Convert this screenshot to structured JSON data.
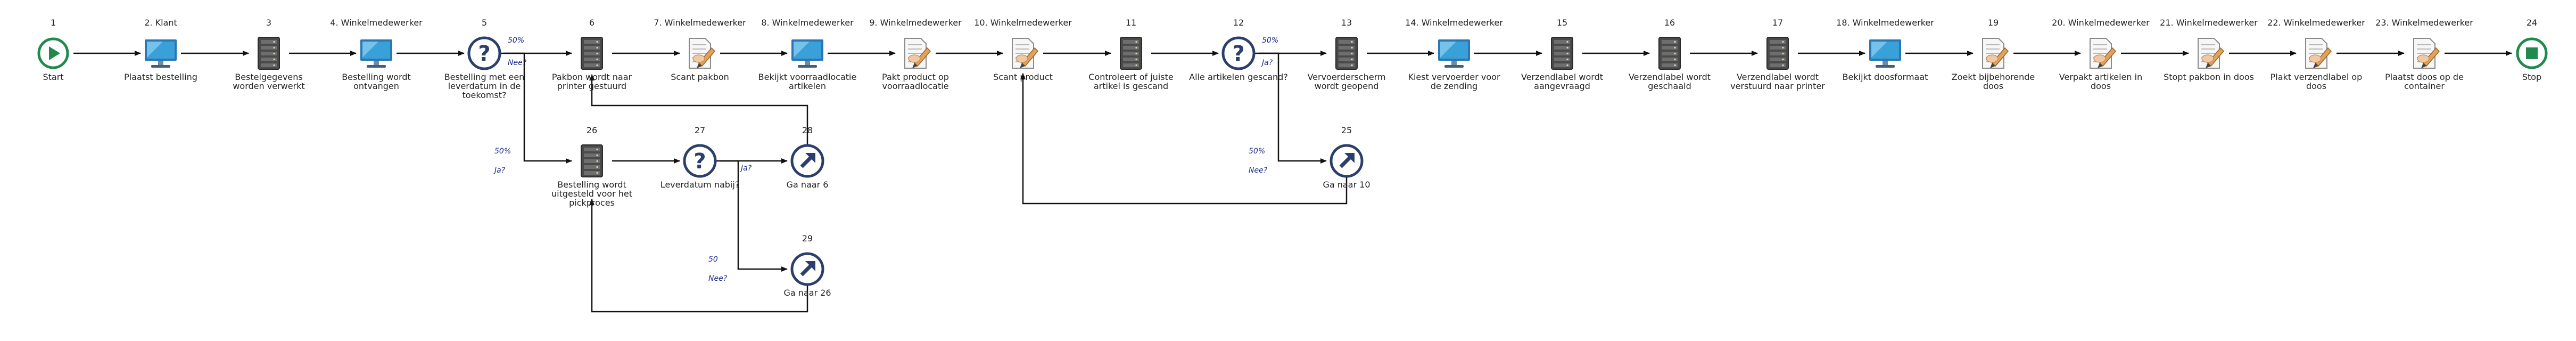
{
  "nodes": [
    {
      "id": "n1",
      "num": "1",
      "role": "",
      "label": [
        "Start"
      ],
      "type": "start"
    },
    {
      "id": "n2",
      "num": "2.",
      "role": "Klant",
      "label": [
        "Plaatst bestelling"
      ],
      "type": "monitor"
    },
    {
      "id": "n3",
      "num": "3",
      "role": "",
      "label": [
        "Bestelgegevens",
        "worden verwerkt"
      ],
      "type": "server"
    },
    {
      "id": "n4",
      "num": "4.",
      "role": "Winkelmedewerker",
      "label": [
        "Bestelling wordt",
        "ontvangen"
      ],
      "type": "monitor"
    },
    {
      "id": "n5",
      "num": "5",
      "role": "",
      "label": [
        "Bestelling met een",
        "leverdatum in de",
        "toekomst?"
      ],
      "type": "question"
    },
    {
      "id": "n6",
      "num": "6",
      "role": "",
      "label": [
        "Pakbon wordt naar",
        "printer gestuurd"
      ],
      "type": "server"
    },
    {
      "id": "n7",
      "num": "7.",
      "role": "Winkelmedewerker",
      "label": [
        "Scant pakbon"
      ],
      "type": "task"
    },
    {
      "id": "n8",
      "num": "8.",
      "role": "Winkelmedewerker",
      "label": [
        "Bekijkt voorraadlocatie",
        "artikelen"
      ],
      "type": "monitor"
    },
    {
      "id": "n9",
      "num": "9.",
      "role": "Winkelmedewerker",
      "label": [
        "Pakt product op",
        "voorraadlocatie"
      ],
      "type": "task"
    },
    {
      "id": "n10",
      "num": "10.",
      "role": "Winkelmedewerker",
      "label": [
        "Scant product"
      ],
      "type": "task"
    },
    {
      "id": "n11",
      "num": "11",
      "role": "",
      "label": [
        "Controleert of juiste",
        "artikel is gescand"
      ],
      "type": "server"
    },
    {
      "id": "n12",
      "num": "12",
      "role": "",
      "label": [
        "Alle artikelen gescand?"
      ],
      "type": "question"
    },
    {
      "id": "n13",
      "num": "13",
      "role": "",
      "label": [
        "Vervoerderscherm",
        "wordt geopend"
      ],
      "type": "server"
    },
    {
      "id": "n14",
      "num": "14.",
      "role": "Winkelmedewerker",
      "label": [
        "Kiest vervoerder voor",
        "de zending"
      ],
      "type": "monitor"
    },
    {
      "id": "n15",
      "num": "15",
      "role": "",
      "label": [
        "Verzendlabel wordt",
        "aangevraagd"
      ],
      "type": "server"
    },
    {
      "id": "n16",
      "num": "16",
      "role": "",
      "label": [
        "Verzendlabel wordt",
        "geschaald"
      ],
      "type": "server"
    },
    {
      "id": "n17",
      "num": "17",
      "role": "",
      "label": [
        "Verzendlabel wordt",
        "verstuurd naar printer"
      ],
      "type": "server"
    },
    {
      "id": "n18",
      "num": "18.",
      "role": "Winkelmedewerker",
      "label": [
        "Bekijkt doosformaat"
      ],
      "type": "monitor"
    },
    {
      "id": "n19",
      "num": "19",
      "role": "",
      "label": [
        "Zoekt bijbehorende",
        "doos"
      ],
      "type": "task"
    },
    {
      "id": "n20",
      "num": "20.",
      "role": "Winkelmedewerker",
      "label": [
        "Verpakt artikelen in",
        "doos"
      ],
      "type": "task"
    },
    {
      "id": "n21",
      "num": "21.",
      "role": "Winkelmedewerker",
      "label": [
        "Stopt pakbon in doos"
      ],
      "type": "task"
    },
    {
      "id": "n22",
      "num": "22.",
      "role": "Winkelmedewerker",
      "label": [
        "Plakt verzendlabel op",
        "doos"
      ],
      "type": "task"
    },
    {
      "id": "n23",
      "num": "23.",
      "role": "Winkelmedewerker",
      "label": [
        "Plaatst doos op de",
        "container"
      ],
      "type": "task"
    },
    {
      "id": "n24",
      "num": "24",
      "role": "",
      "label": [
        "Stop"
      ],
      "type": "stop"
    },
    {
      "id": "n25",
      "num": "25",
      "role": "",
      "label": [
        "Ga naar 10"
      ],
      "type": "goto"
    },
    {
      "id": "n26",
      "num": "26",
      "role": "",
      "label": [
        "Bestelling wordt",
        "uitgesteld voor het",
        "pickproces"
      ],
      "type": "server"
    },
    {
      "id": "n27",
      "num": "27",
      "role": "",
      "label": [
        "Leverdatum nabij?"
      ],
      "type": "question"
    },
    {
      "id": "n28",
      "num": "28",
      "role": "",
      "label": [
        "Ga naar 6"
      ],
      "type": "goto"
    },
    {
      "id": "n29",
      "num": "29",
      "role": "",
      "label": [
        "Ga naar 26"
      ],
      "type": "goto"
    }
  ],
  "edges": [
    {
      "from": "n1",
      "to": "n2"
    },
    {
      "from": "n2",
      "to": "n3"
    },
    {
      "from": "n3",
      "to": "n4"
    },
    {
      "from": "n4",
      "to": "n5"
    },
    {
      "from": "n5",
      "to": "n6",
      "pct": "50%",
      "ans": "Nee?"
    },
    {
      "from": "n5",
      "to": "n26",
      "pct": "50%",
      "ans": "Ja?"
    },
    {
      "from": "n6",
      "to": "n7"
    },
    {
      "from": "n7",
      "to": "n8"
    },
    {
      "from": "n8",
      "to": "n9"
    },
    {
      "from": "n9",
      "to": "n10"
    },
    {
      "from": "n10",
      "to": "n11"
    },
    {
      "from": "n11",
      "to": "n12"
    },
    {
      "from": "n12",
      "to": "n13",
      "pct": "50%",
      "ans": "Ja?"
    },
    {
      "from": "n12",
      "to": "n25",
      "pct": "50%",
      "ans": "Nee?"
    },
    {
      "from": "n13",
      "to": "n14"
    },
    {
      "from": "n14",
      "to": "n15"
    },
    {
      "from": "n15",
      "to": "n16"
    },
    {
      "from": "n16",
      "to": "n17"
    },
    {
      "from": "n17",
      "to": "n18"
    },
    {
      "from": "n18",
      "to": "n19"
    },
    {
      "from": "n19",
      "to": "n20"
    },
    {
      "from": "n20",
      "to": "n21"
    },
    {
      "from": "n21",
      "to": "n22"
    },
    {
      "from": "n22",
      "to": "n23"
    },
    {
      "from": "n23",
      "to": "n24"
    },
    {
      "from": "n25",
      "to": "n10"
    },
    {
      "from": "n26",
      "to": "n27"
    },
    {
      "from": "n27",
      "to": "n28",
      "pct": "",
      "ans": "Ja?"
    },
    {
      "from": "n27",
      "to": "n29",
      "pct": "50",
      "ans": "Nee?"
    },
    {
      "from": "n28",
      "to": "n6"
    },
    {
      "from": "n29",
      "to": "n26"
    }
  ],
  "colors": {
    "start": "#1f8a4c",
    "stop": "#1f8a4c",
    "node": "#2b3f6c",
    "line": "#111111",
    "monitor": "#3aa0d8"
  }
}
